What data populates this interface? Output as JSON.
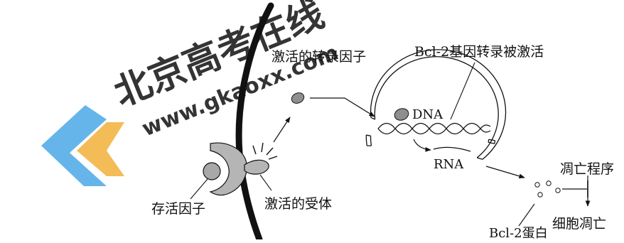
{
  "watermark": {
    "brand_cn": "北京高考在线",
    "brand_url": "www.gkaoxx.com",
    "color_blue": "#4aa8e6",
    "color_orange": "#f2b544"
  },
  "labels": {
    "activated_tf": "激活的转录因子",
    "bcl2_transcription": "Bcl-2基因转录被激活",
    "dna": "DNA",
    "rna": "RNA",
    "survival_factor": "存活因子",
    "activated_receptor": "激活的受体",
    "bcl2_protein": "Bcl-2蛋白",
    "apoptosis_program": "凋亡程序",
    "cell_apoptosis": "细胞凋亡"
  },
  "colors": {
    "line": "#111111",
    "receptor_fill": "#b5b5b5",
    "factor_fill": "#a8a8a8",
    "tf_fill": "#8e8e8e"
  }
}
